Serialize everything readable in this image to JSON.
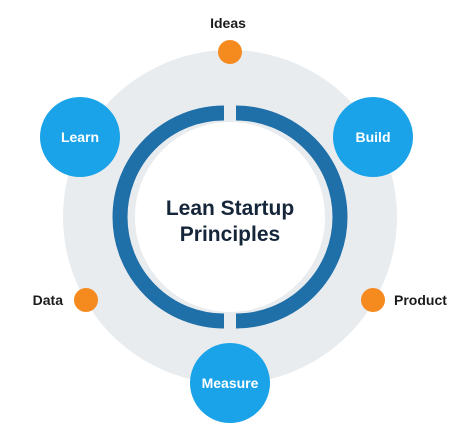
{
  "diagram": {
    "center": {
      "line1": "Lean Startup",
      "line2": "Principles"
    },
    "stages": [
      {
        "label": "Build"
      },
      {
        "label": "Measure"
      },
      {
        "label": "Learn"
      }
    ],
    "outputs": [
      {
        "label": "Ideas"
      },
      {
        "label": "Product"
      },
      {
        "label": "Data"
      }
    ]
  },
  "colors": {
    "background": "#ffffff",
    "outer_disc": "#e9ecef",
    "inner_disc": "#ffffff",
    "cycle_ring": "#1f6fa8",
    "stage_node": "#1aa3e8",
    "output_dot": "#f58a1f",
    "title_text": "#16263a",
    "label_text": "#1b1b1b"
  }
}
